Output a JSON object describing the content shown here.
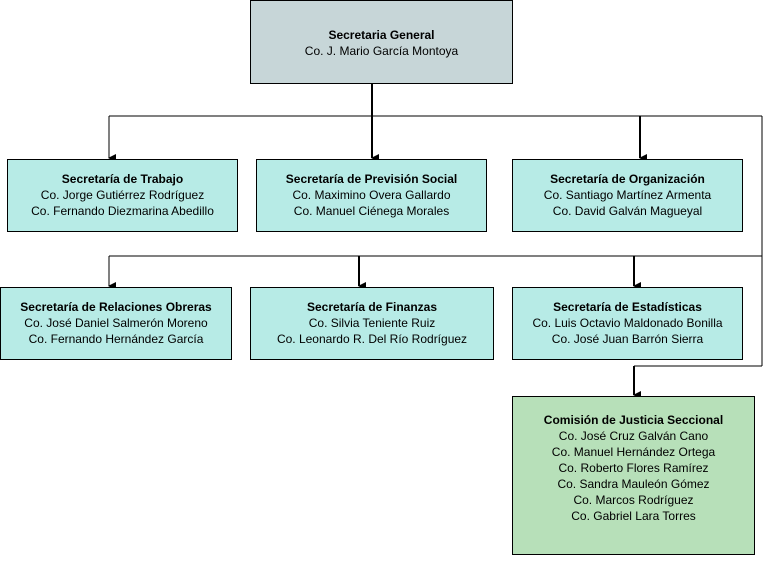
{
  "general": {
    "title": "Secretaria General",
    "members": [
      "Co. J. Mario García Montoya"
    ]
  },
  "row1": [
    {
      "title": "Secretaría de Trabajo",
      "members": [
        "Co. Jorge Gutiérrez Rodríguez",
        "Co. Fernando Diezmarina Abedillo"
      ]
    },
    {
      "title": "Secretaría de Previsión Social",
      "members": [
        "Co. Maximino Overa Gallardo",
        "Co. Manuel Ciénega Morales"
      ]
    },
    {
      "title": "Secretaría de Organización",
      "members": [
        "Co. Santiago Martínez Armenta",
        "Co. David Galván Magueyal"
      ]
    }
  ],
  "row2": [
    {
      "title": "Secretaría de Relaciones Obreras",
      "members": [
        "Co. José Daniel Salmerón Moreno",
        "Co. Fernando Hernández García"
      ]
    },
    {
      "title": "Secretaría de Finanzas",
      "members": [
        "Co. Silvia Teniente Ruiz",
        "Co. Leonardo R. Del Río Rodríguez"
      ]
    },
    {
      "title": "Secretaría de Estadísticas",
      "members": [
        "Co. Luis Octavio Maldonado Bonilla",
        "Co. José Juan Barrón Sierra"
      ]
    }
  ],
  "comision": {
    "title": "Comisión de Justicia Seccional",
    "members": [
      "Co. José Cruz Galván Cano",
      "Co. Manuel Hernández Ortega",
      "Co. Roberto Flores Ramírez",
      "Co. Sandra Mauleón Gómez",
      "Co. Marcos Rodríguez",
      "Co. Gabriel Lara Torres"
    ]
  }
}
